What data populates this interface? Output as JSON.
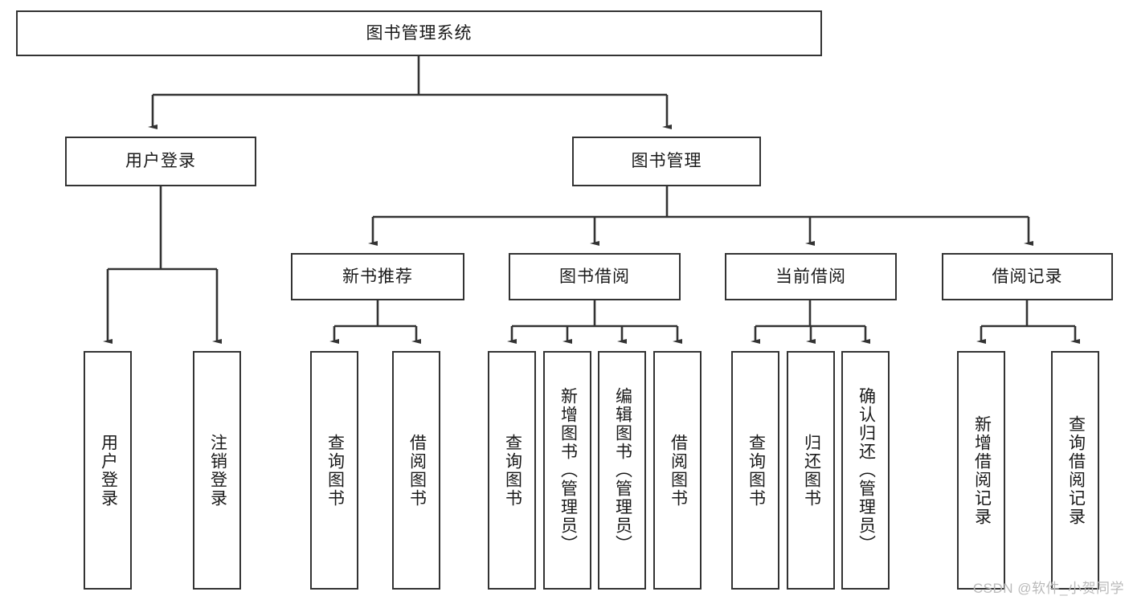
{
  "diagram": {
    "type": "tree-hierarchy",
    "title": "图书管理系统",
    "orientation": "top-down",
    "colors": {
      "box_border": "#333333",
      "box_fill": "#ffffff",
      "edge": "#333333",
      "text": "#1a1a1a",
      "watermark": "#b9b9b9",
      "background": "#ffffff"
    },
    "root": {
      "label": "图书管理系统"
    },
    "level1": [
      {
        "label": "用户登录"
      },
      {
        "label": "图书管理"
      }
    ],
    "level2": [
      {
        "label": "新书推荐"
      },
      {
        "label": "图书借阅"
      },
      {
        "label": "当前借阅"
      },
      {
        "label": "借阅记录"
      }
    ],
    "leaves": {
      "user_login": [
        {
          "label": "用户登录"
        },
        {
          "label": "注销登录"
        }
      ],
      "new_book_recommend": [
        {
          "label": "查询图书"
        },
        {
          "label": "借阅图书"
        }
      ],
      "book_borrow": [
        {
          "label": "查询图书"
        },
        {
          "label": "新增图书（管理员）"
        },
        {
          "label": "编辑图书（管理员）"
        },
        {
          "label": "借阅图书"
        }
      ],
      "current_borrow": [
        {
          "label": "查询图书"
        },
        {
          "label": "归还图书"
        },
        {
          "label": "确认归还（管理员）"
        }
      ],
      "borrow_record": [
        {
          "label": "新增借阅记录"
        },
        {
          "label": "查询借阅记录"
        }
      ]
    }
  },
  "watermark": {
    "text": "CSDN @软件_小贺同学"
  }
}
